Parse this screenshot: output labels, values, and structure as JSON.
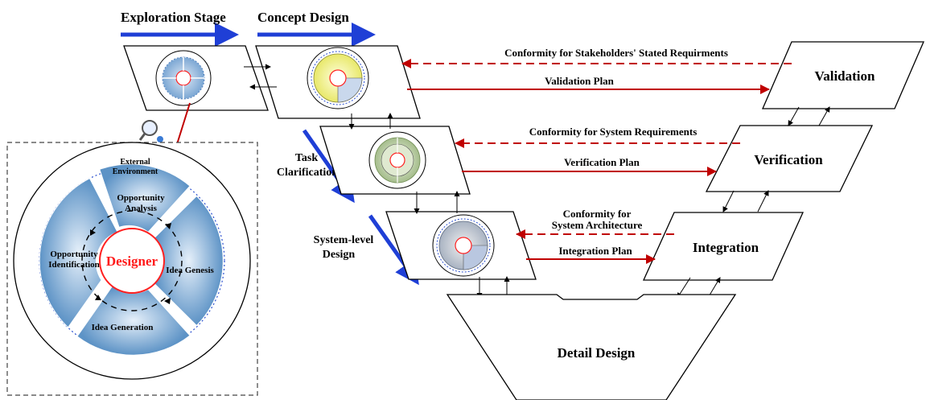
{
  "stages": {
    "exploration": "Exploration Stage",
    "concept": "Concept Design",
    "task_line1": "Task",
    "task_line2": "Clarification",
    "system_line1": "System-level",
    "system_line2": "Design"
  },
  "boxes": {
    "validation": "Validation",
    "verification": "Verification",
    "integration": "Integration",
    "detail": "Detail Design"
  },
  "links": {
    "conf_stakeholders": "Conformity for Stakeholders' Stated Requirments",
    "validation_plan": "Validation Plan",
    "conf_system_req": "Conformity for System Requirements",
    "verification_plan": "Verification Plan",
    "conf_arch_line1": "Conformity for",
    "conf_arch_line2": "System Architecture",
    "integration_plan": "Integration Plan"
  },
  "wheel": {
    "outer_line1": "External",
    "outer_line2": "Environment",
    "center": "Designer",
    "opp_analysis_1": "Opportunity",
    "opp_analysis_2": "Analysis",
    "opp_ident_1": "Opportunity",
    "opp_ident_2": "Identification",
    "idea_genesis": "Idea Genesis",
    "idea_generation": "Idea Generation"
  },
  "colors": {
    "blue_arrow": "#1f3fd6",
    "red_arrow": "#c00000",
    "designer_red": "#ff2020",
    "wheel_blue": "#6a9cc9"
  }
}
